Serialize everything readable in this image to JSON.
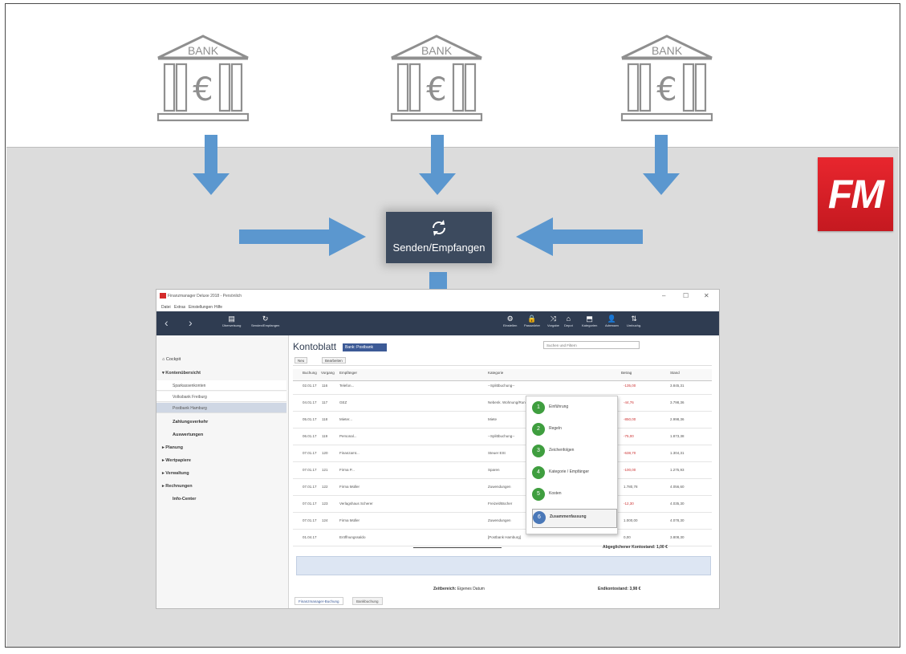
{
  "banks": [
    {
      "label": "BANK",
      "currency": "€"
    },
    {
      "label": "BANK",
      "currency": "€"
    },
    {
      "label": "BANK",
      "currency": "€"
    }
  ],
  "logo": {
    "text": "FM",
    "color": "#d9262d"
  },
  "sync_button": {
    "label": "Senden/Empfangen",
    "icon": "sync-icon"
  },
  "colors": {
    "arrow": "#5b97cf",
    "sync_bg": "#3c4a5e",
    "ribbon_bg": "#2f3c51",
    "gray_panel": "#dcdcdc"
  },
  "app": {
    "title": "Finanzmanager Deluxe 2018 - Persönlich",
    "menu": [
      "Datei",
      "Extras",
      "Einstellungen",
      "Hilfe"
    ],
    "ribbon": {
      "left": [
        {
          "label": "Überweisung",
          "icon": "transfer-icon"
        },
        {
          "label": "Senden/Empfangen",
          "icon": "sync-icon"
        }
      ],
      "right": [
        {
          "label": "Einstellen",
          "icon": "gear-icon"
        },
        {
          "label": "Passwörter",
          "icon": "lock-icon"
        },
        {
          "label": "Vorgabe",
          "icon": "shuffle-icon"
        },
        {
          "label": "Depot",
          "icon": "bank-icon"
        },
        {
          "label": "Kategorien",
          "icon": "tag-icon"
        },
        {
          "label": "Adressen",
          "icon": "person-icon"
        },
        {
          "label": "Umbuchg.",
          "icon": "transfer-icon"
        }
      ]
    },
    "sidebar": {
      "cockpit": "Cockpit",
      "kontenuebersicht": "Kontenübersicht",
      "accounts": [
        "Sparkassenkonten",
        "Volksbank Freiburg",
        "Postbank Hamburg"
      ],
      "bold_items": [
        "Zahlungsverkehr",
        "Auswertungen"
      ],
      "groups": [
        "Planung",
        "Wertpapiere",
        "Verwaltung",
        "Rechnungen"
      ],
      "info": "Info-Center"
    },
    "main": {
      "title": "Kontoblatt",
      "bank_pill": "Bank: Postbank",
      "search_placeholder": "Suchen und Filtern",
      "toolbar": [
        "Neu",
        "Bearbeiten"
      ],
      "columns": [
        "Buchung",
        "Vorgang",
        "Empfänger",
        "Kategorie",
        "Betrag",
        "Stand"
      ],
      "rows": [
        {
          "date": "02.01.17",
          "nr": "116",
          "recipient": "Telefon...",
          "category": "--Splittbuchung--",
          "amount": "-135,00",
          "balance": "3.845,31"
        },
        {
          "date": "04.01.17",
          "nr": "117",
          "recipient": "GEZ",
          "category": "Nebenk. Wohnung/Rundfunkgeb.",
          "amount": "-44,76",
          "balance": "3.798,36"
        },
        {
          "date": "05.01.17",
          "nr": "118",
          "recipient": "Mieter...",
          "category": "Miete",
          "amount": "-850,00",
          "balance": "2.998,36"
        },
        {
          "date": "06.01.17",
          "nr": "119",
          "recipient": "Personal...",
          "category": "--Splittbuchung--",
          "amount": "-75,00",
          "balance": "1.873,38"
        },
        {
          "date": "07.01.17",
          "nr": "120",
          "recipient": "Finanzamt...",
          "category": "Steuer ESt",
          "amount": "-638,70",
          "balance": "1.304,31"
        },
        {
          "date": "07.01.17",
          "nr": "121",
          "recipient": "Firma P...",
          "category": "Sparen",
          "amount": "-100,00",
          "balance": "1.275,93"
        },
        {
          "date": "07.01.17",
          "nr": "122",
          "recipient": "Firma Müller",
          "category": "Zuwendungen",
          "amount": "1.780,78",
          "balance": "4.056,60"
        },
        {
          "date": "07.01.17",
          "nr": "123",
          "recipient": "Verlagshaus Scherer",
          "category": "Freizeit/Bücher",
          "amount": "-12,30",
          "balance": "4.035,30"
        },
        {
          "date": "07.01.17",
          "nr": "124",
          "recipient": "Firma Müller",
          "category": "Zuwendungen",
          "amount": "1.000,00",
          "balance": "4.078,30"
        },
        {
          "date": "01.04.17",
          "nr": "",
          "recipient": "Eröffnungssaldo",
          "category": "[Postbank Hamburg]",
          "amount": "0,00",
          "balance": "3.808,30"
        }
      ],
      "popup": [
        {
          "num": "1",
          "label": "Einführung"
        },
        {
          "num": "2",
          "label": "Regeln"
        },
        {
          "num": "3",
          "label": "Zeichenfolgen"
        },
        {
          "num": "4",
          "label": "Kategorie / Empfänger"
        },
        {
          "num": "5",
          "label": "Kosten"
        },
        {
          "num": "6",
          "label": "Zusammenfassung"
        }
      ],
      "summary_label": "Abgeglichener Kontostand:",
      "summary_value": "1,00 €",
      "period_label": "Zeitbereich:",
      "period_value": "Eigenes Datum",
      "end_label": "Endkontostand:",
      "end_value": "3,98 €",
      "tabs": [
        "Finanzmanager-Buchung",
        "Bankbuchung"
      ]
    }
  }
}
